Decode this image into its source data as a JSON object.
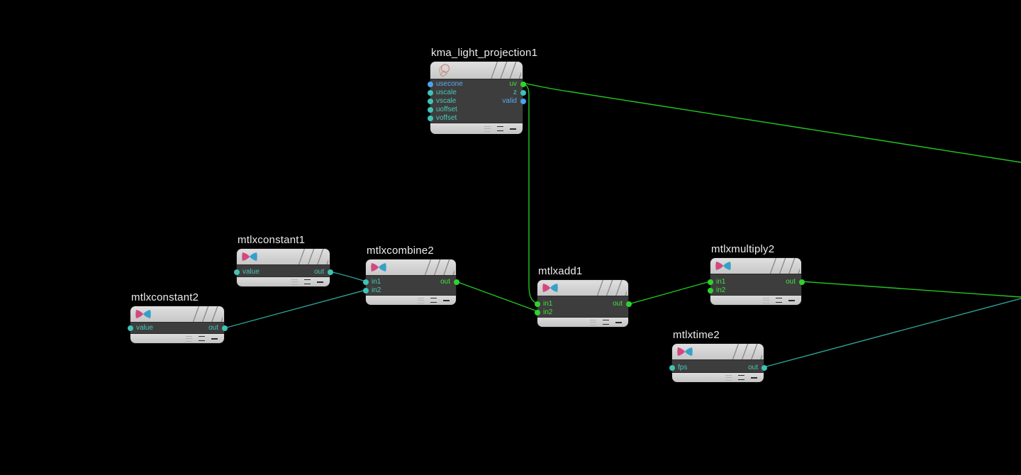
{
  "editor": {
    "name": "network-editor",
    "background_color": "#000000"
  },
  "colors": {
    "wire_green": "#23c623",
    "wire_teal": "#2e9e95",
    "port_green": "#2ed32e",
    "port_teal": "#3ec3b7",
    "port_blue": "#4ba2ef",
    "node_header": "#d2d2d2",
    "node_body": "#3d3d3d",
    "title_text": "#ececec"
  },
  "nodes": {
    "kma": {
      "title": "kma_light_projection1",
      "icon": "light-projection-icon",
      "inputs": [
        {
          "label": "usecone",
          "color": "blue"
        },
        {
          "label": "uscale",
          "color": "teal"
        },
        {
          "label": "vscale",
          "color": "teal"
        },
        {
          "label": "uoffset",
          "color": "teal"
        },
        {
          "label": "voffset",
          "color": "teal"
        }
      ],
      "outputs": [
        {
          "label": "uv",
          "color": "green"
        },
        {
          "label": "z",
          "color": "teal"
        },
        {
          "label": "valid",
          "color": "blue"
        }
      ]
    },
    "constant1": {
      "title": "mtlxconstant1",
      "icon": "materialx-icon",
      "inputs": [
        {
          "label": "value",
          "color": "teal"
        }
      ],
      "outputs": [
        {
          "label": "out",
          "color": "teal"
        }
      ]
    },
    "combine2": {
      "title": "mtlxcombine2",
      "icon": "materialx-icon",
      "inputs": [
        {
          "label": "in1",
          "color": "teal"
        },
        {
          "label": "in2",
          "color": "teal"
        }
      ],
      "outputs": [
        {
          "label": "out",
          "color": "green"
        }
      ]
    },
    "constant2": {
      "title": "mtlxconstant2",
      "icon": "materialx-icon",
      "inputs": [
        {
          "label": "value",
          "color": "teal"
        }
      ],
      "outputs": [
        {
          "label": "out",
          "color": "teal"
        }
      ]
    },
    "add1": {
      "title": "mtlxadd1",
      "icon": "materialx-icon",
      "inputs": [
        {
          "label": "in1",
          "color": "green"
        },
        {
          "label": "in2",
          "color": "green"
        }
      ],
      "outputs": [
        {
          "label": "out",
          "color": "green"
        }
      ]
    },
    "multiply2": {
      "title": "mtlxmultiply2",
      "icon": "materialx-icon",
      "inputs": [
        {
          "label": "in1",
          "color": "green"
        },
        {
          "label": "in2",
          "color": "green"
        }
      ],
      "outputs": [
        {
          "label": "out",
          "color": "green"
        }
      ]
    },
    "time2": {
      "title": "mtlxtime2",
      "icon": "materialx-icon",
      "inputs": [
        {
          "label": "fps",
          "color": "teal"
        }
      ],
      "outputs": [
        {
          "label": "out",
          "color": "teal"
        }
      ]
    }
  },
  "connections": [
    {
      "from": "kma_light_projection1:uv",
      "to": "mtlxadd1:in1",
      "color": "green"
    },
    {
      "from": "kma_light_projection1:uv",
      "to": "offscreen-right",
      "color": "green"
    },
    {
      "from": "mtlxconstant1:out",
      "to": "mtlxcombine2:in1",
      "color": "teal"
    },
    {
      "from": "mtlxconstant2:out",
      "to": "mtlxcombine2:in2",
      "color": "teal"
    },
    {
      "from": "mtlxcombine2:out",
      "to": "mtlxadd1:in2",
      "color": "green"
    },
    {
      "from": "mtlxadd1:out",
      "to": "mtlxmultiply2:in1",
      "color": "green"
    },
    {
      "from": "mtlxmultiply2:out",
      "to": "offscreen-right",
      "color": "green"
    },
    {
      "from": "mtlxtime2:out",
      "to": "offscreen-right",
      "color": "teal"
    }
  ]
}
